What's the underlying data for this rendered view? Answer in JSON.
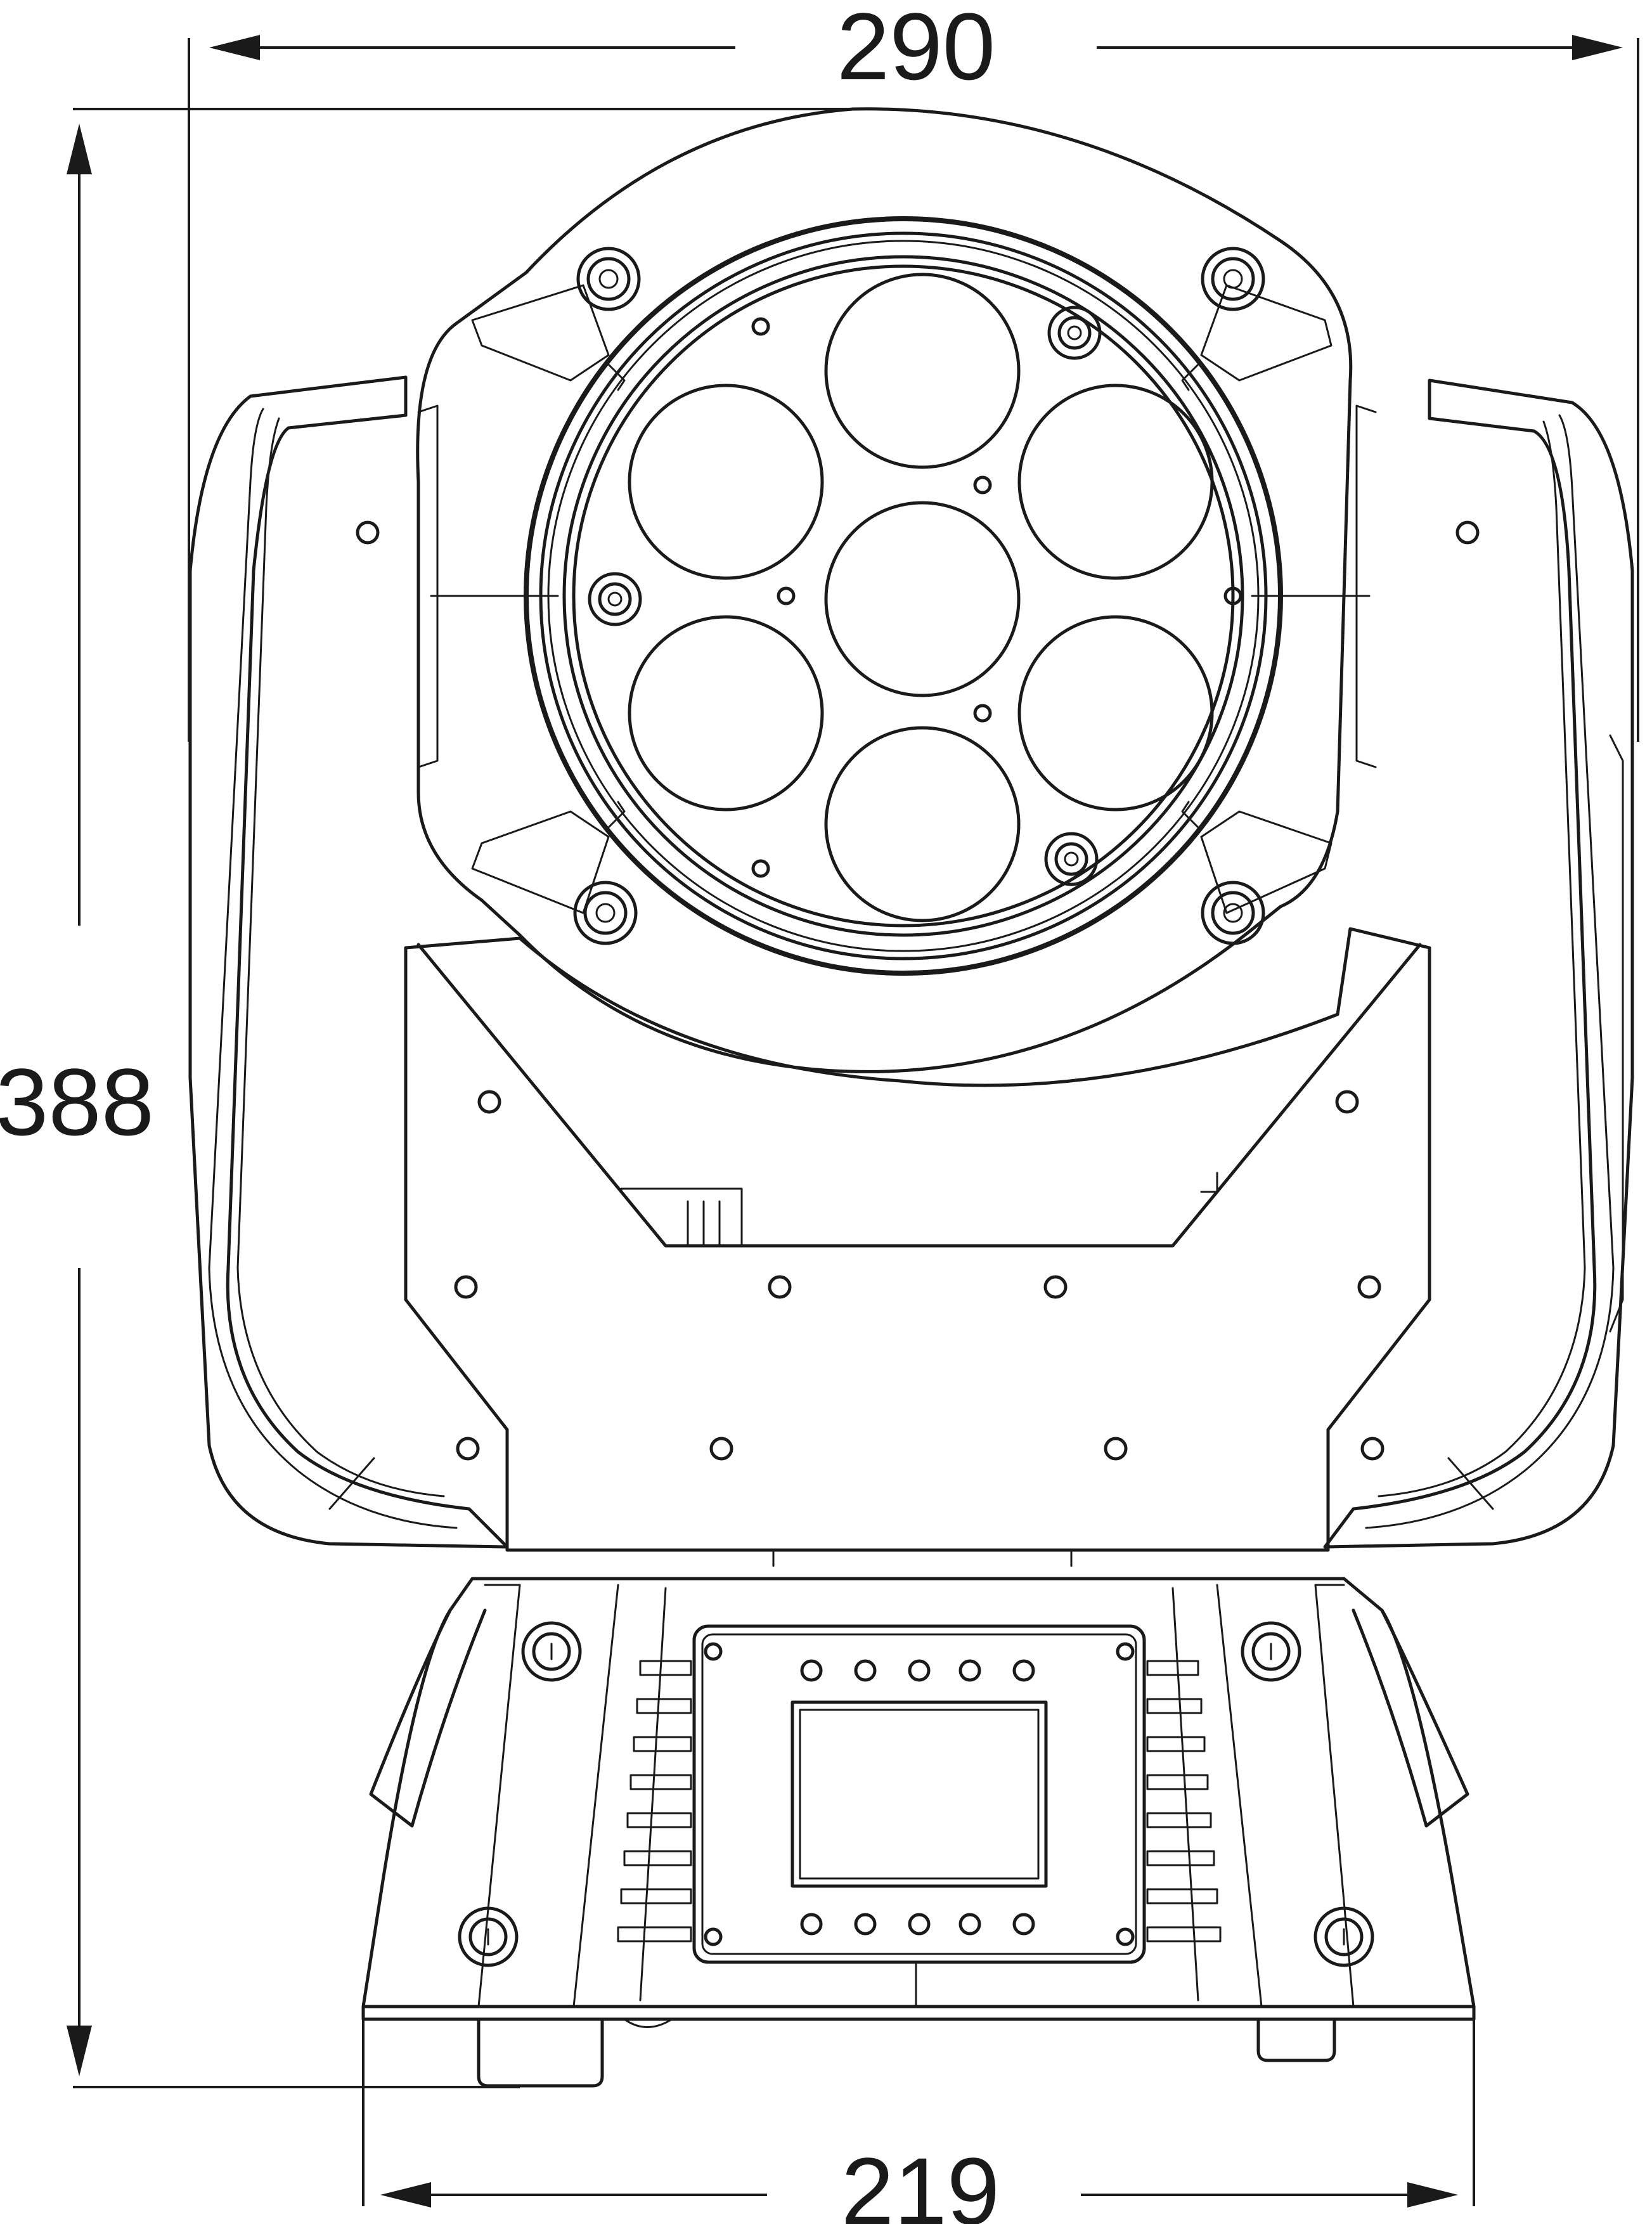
{
  "dimensions": {
    "width_top": "290",
    "height_left": "388",
    "width_base": "219"
  },
  "colors": {
    "line": "#1a1a1a",
    "background": "#ffffff"
  },
  "icons": [
    "led-lens-icon",
    "screw-icon",
    "display-screen-icon",
    "control-button-icon"
  ],
  "counts": {
    "led_lenses": 7,
    "control_buttons": 10
  }
}
